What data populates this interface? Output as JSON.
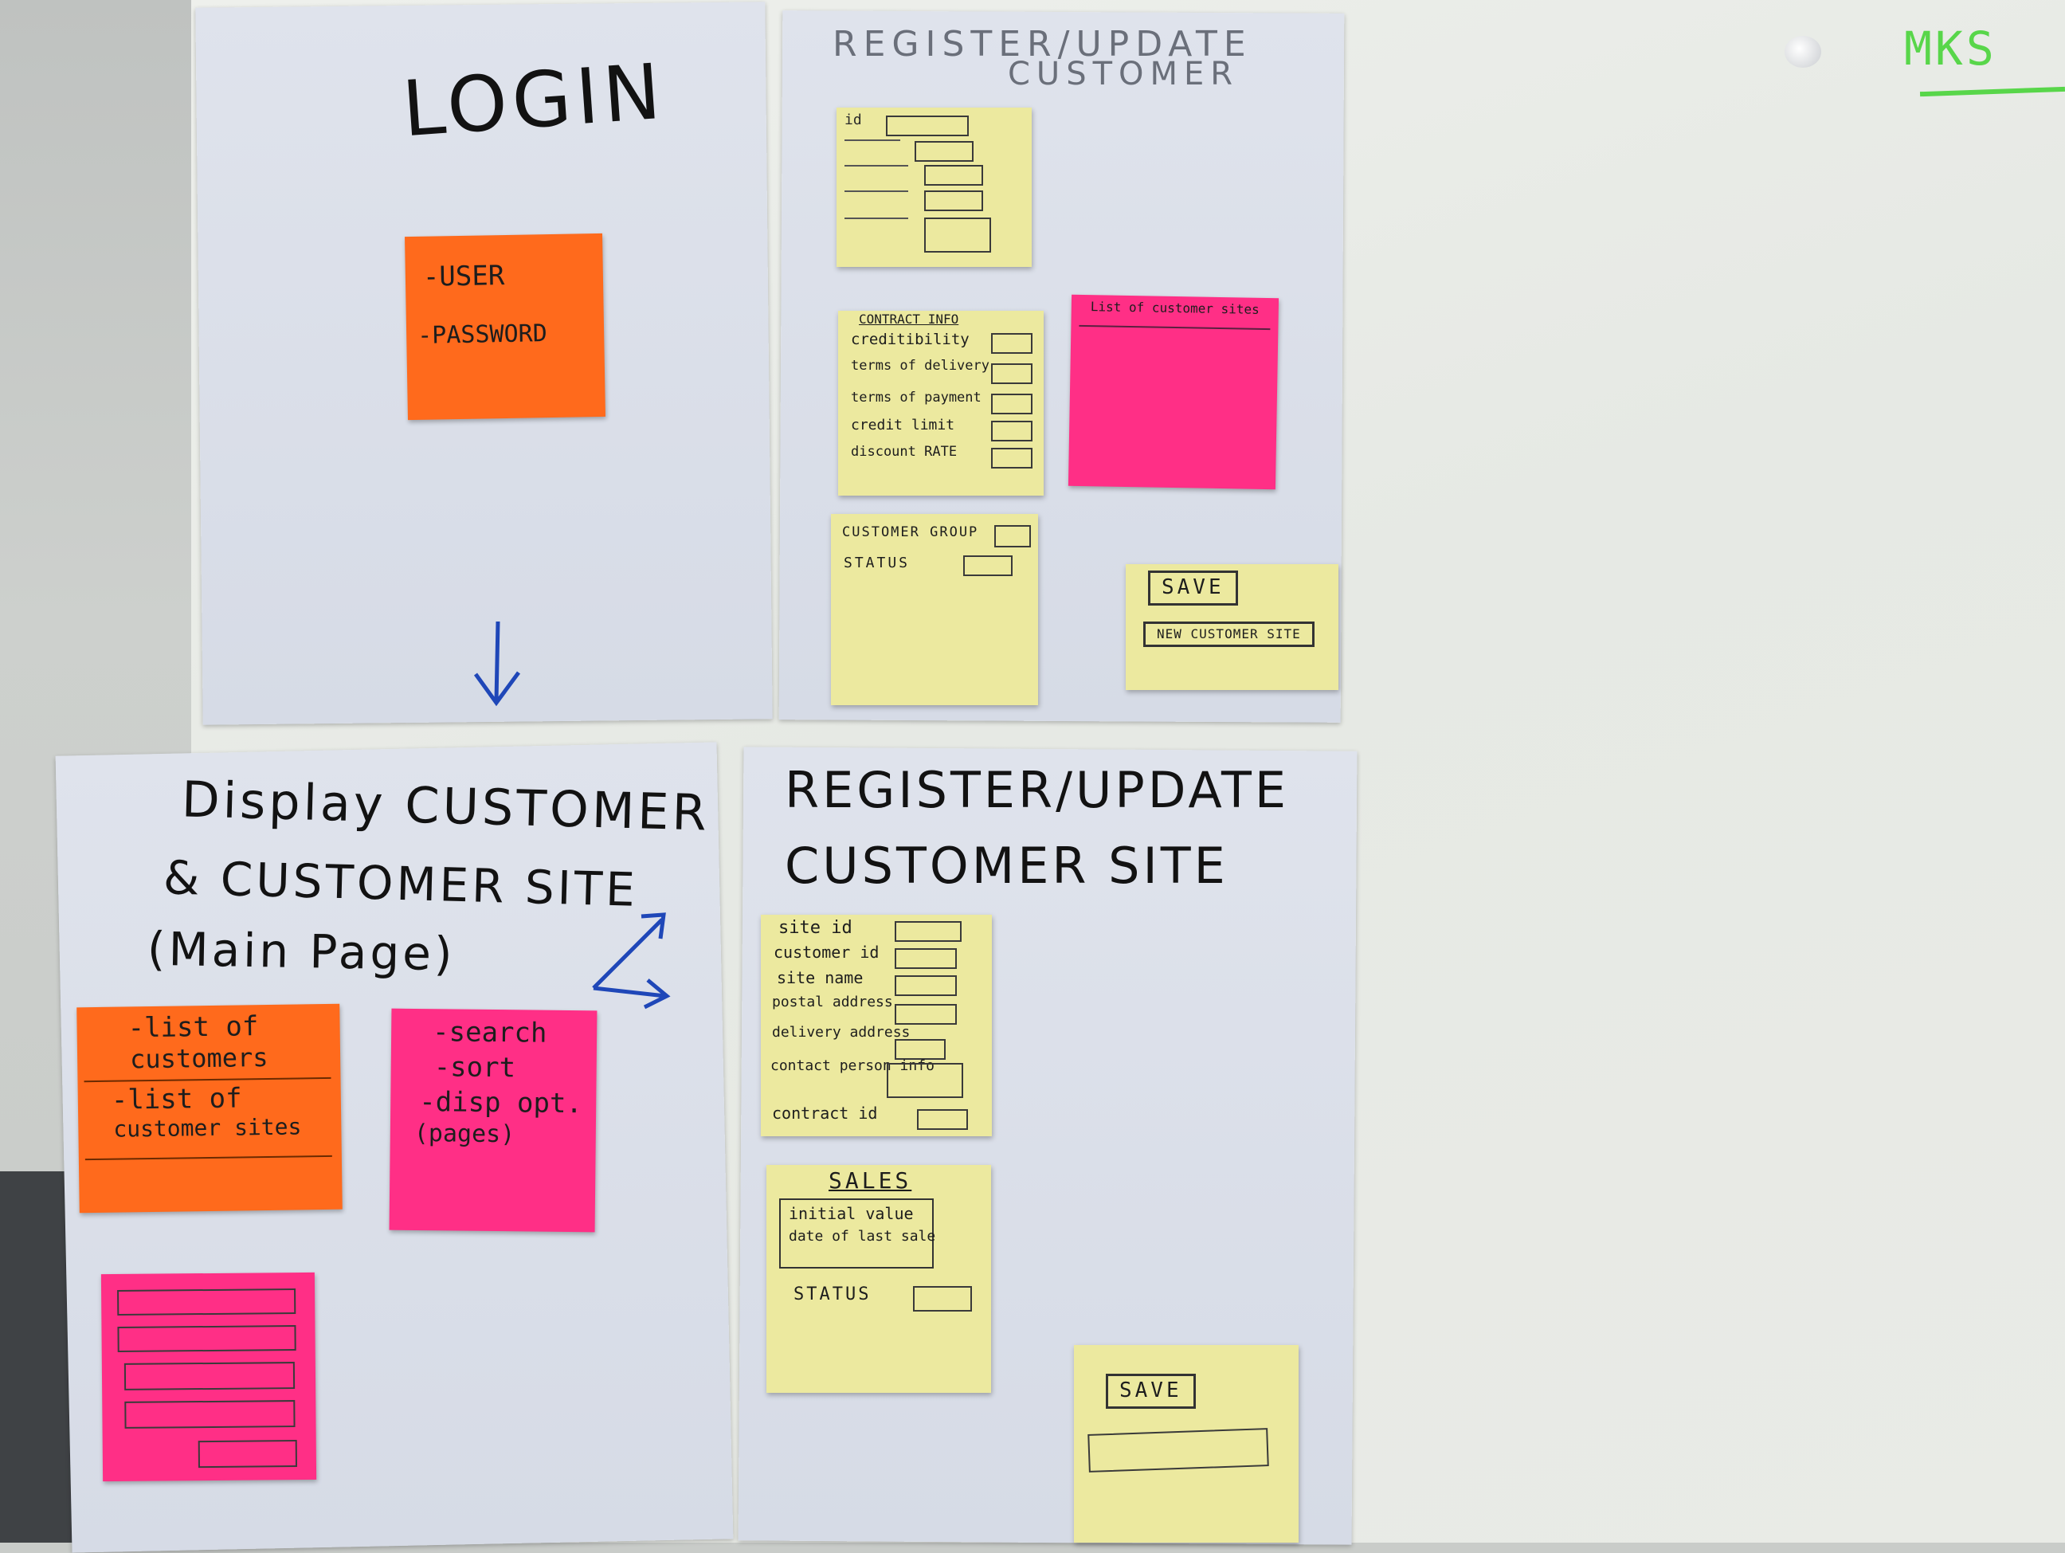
{
  "corner_text": "MKS",
  "login": {
    "title": "LOGIN",
    "fields": [
      "-USER",
      "-PASSWORD"
    ]
  },
  "register_customer": {
    "title_line1": "REGISTER/UPDATE",
    "title_line2": "CUSTOMER",
    "contract_header": "CONTRACT INFO",
    "contract_fields": [
      "creditibility",
      "terms of delivery",
      "terms of payment",
      "credit limit",
      "discount RATE"
    ],
    "group_fields": [
      "CUSTOMER GROUP",
      "STATUS"
    ],
    "list_note": "List of customer sites",
    "save_label": "SAVE",
    "new_site_label": "NEW CUSTOMER SITE"
  },
  "main_page": {
    "title_line1": "Display CUSTOMER",
    "title_line2": "& CUSTOMER SITE",
    "title_line3": "(Main Page)",
    "orange_note": [
      "-list of",
      "customers",
      "-list of",
      "customer sites"
    ],
    "pink_note": [
      "-search",
      "-sort",
      "-disp opt.",
      "(pages)"
    ]
  },
  "register_site": {
    "title_line1": "REGISTER/UPDATE",
    "title_line2": "CUSTOMER SITE",
    "fields": [
      "site id",
      "customer id",
      "site name",
      "postal address",
      "delivery address",
      "contact person info",
      "contract id"
    ],
    "sales_header": "SALES",
    "sales_box_lines": [
      "initial value",
      "date of last sale"
    ],
    "status_label": "STATUS",
    "save_label": "SAVE"
  },
  "colors": {
    "yellow_note": "#ece99f",
    "orange_note": "#ff6a1c",
    "pink_note": "#ff2f86",
    "paper": "#dbe0ea",
    "ink_blue": "#1f47b8"
  }
}
